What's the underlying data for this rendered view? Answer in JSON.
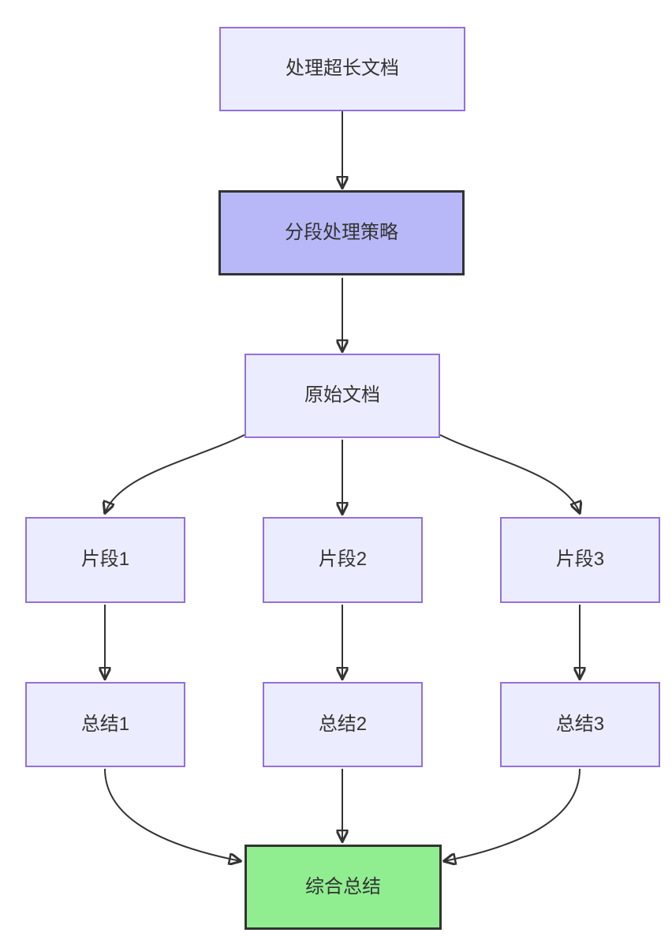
{
  "diagram": {
    "type": "flowchart-top-down",
    "background": "#ffffff",
    "colors": {
      "node_fill": "#ececff",
      "node_border": "#9370db",
      "emphasis_fill": "#b8b8f8",
      "emphasis_border": "#333333",
      "success_fill": "#90ee90",
      "success_border": "#333333",
      "edge": "#333333",
      "text": "#333333"
    },
    "nodes": [
      {
        "id": "A",
        "label": "处理超长文档",
        "style": "default"
      },
      {
        "id": "B",
        "label": "分段处理策略",
        "style": "emphasis"
      },
      {
        "id": "C",
        "label": "原始文档",
        "style": "default"
      },
      {
        "id": "D1",
        "label": "片段1",
        "style": "default"
      },
      {
        "id": "D2",
        "label": "片段2",
        "style": "default"
      },
      {
        "id": "D3",
        "label": "片段3",
        "style": "default"
      },
      {
        "id": "E1",
        "label": "总结1",
        "style": "default"
      },
      {
        "id": "E2",
        "label": "总结2",
        "style": "default"
      },
      {
        "id": "E3",
        "label": "总结3",
        "style": "default"
      },
      {
        "id": "F",
        "label": "综合总结",
        "style": "success"
      }
    ],
    "edges": [
      {
        "from": "A",
        "to": "B"
      },
      {
        "from": "B",
        "to": "C"
      },
      {
        "from": "C",
        "to": "D1"
      },
      {
        "from": "C",
        "to": "D2"
      },
      {
        "from": "C",
        "to": "D3"
      },
      {
        "from": "D1",
        "to": "E1"
      },
      {
        "from": "D2",
        "to": "E2"
      },
      {
        "from": "D3",
        "to": "E3"
      },
      {
        "from": "E1",
        "to": "F"
      },
      {
        "from": "E2",
        "to": "F"
      },
      {
        "from": "E3",
        "to": "F"
      }
    ]
  }
}
